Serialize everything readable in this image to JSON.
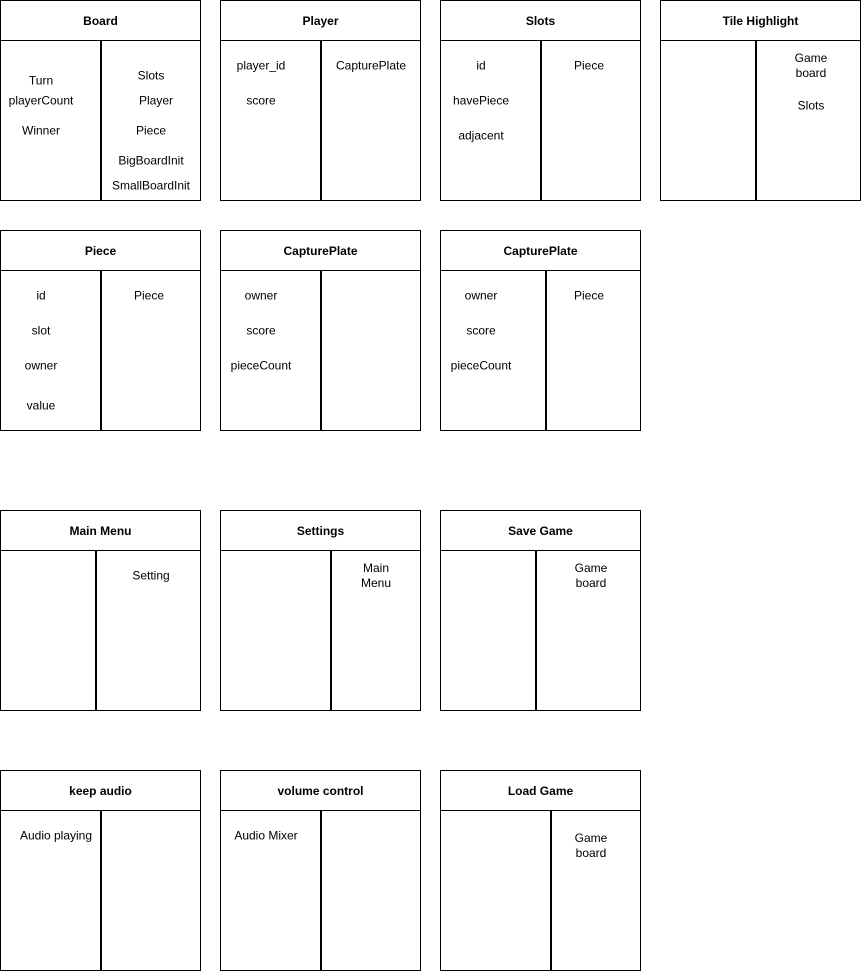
{
  "cards": {
    "board": {
      "title": "Board",
      "left": [
        "Turn",
        "playerCount",
        "Winner"
      ],
      "right": [
        "Slots",
        "Player",
        "Piece",
        "BigBoardInit",
        "SmallBoardInit"
      ]
    },
    "player": {
      "title": "Player",
      "left": [
        "player_id",
        "score"
      ],
      "right": [
        "CapturePlate"
      ]
    },
    "slots": {
      "title": "Slots",
      "left": [
        "id",
        "havePiece",
        "adjacent"
      ],
      "right": [
        "Piece"
      ]
    },
    "tile_highlight": {
      "title": "Tile Highlight",
      "left": [],
      "right": [
        "Game\nboard",
        "Slots"
      ]
    },
    "piece": {
      "title": "Piece",
      "left": [
        "id",
        "slot",
        "owner",
        "value"
      ],
      "right": [
        "Piece"
      ]
    },
    "capture_plate_a": {
      "title": "CapturePlate",
      "left": [
        "owner",
        "score",
        "pieceCount"
      ],
      "right": []
    },
    "capture_plate_b": {
      "title": "CapturePlate",
      "left": [
        "owner",
        "score",
        "pieceCount"
      ],
      "right": [
        "Piece"
      ]
    },
    "main_menu": {
      "title": "Main Menu",
      "left": [],
      "right": [
        "Setting"
      ]
    },
    "settings": {
      "title": "Settings",
      "left": [],
      "right": [
        "Main Menu"
      ]
    },
    "save_game": {
      "title": "Save Game",
      "left": [],
      "right": [
        "Game\nboard"
      ]
    },
    "keep_audio": {
      "title": "keep audio",
      "left": [
        "Audio playing"
      ],
      "right": []
    },
    "volume_control": {
      "title": "volume control",
      "left": [
        "Audio Mixer"
      ],
      "right": []
    },
    "load_game": {
      "title": "Load Game",
      "left": [],
      "right": [
        "Game\nboard"
      ]
    }
  }
}
